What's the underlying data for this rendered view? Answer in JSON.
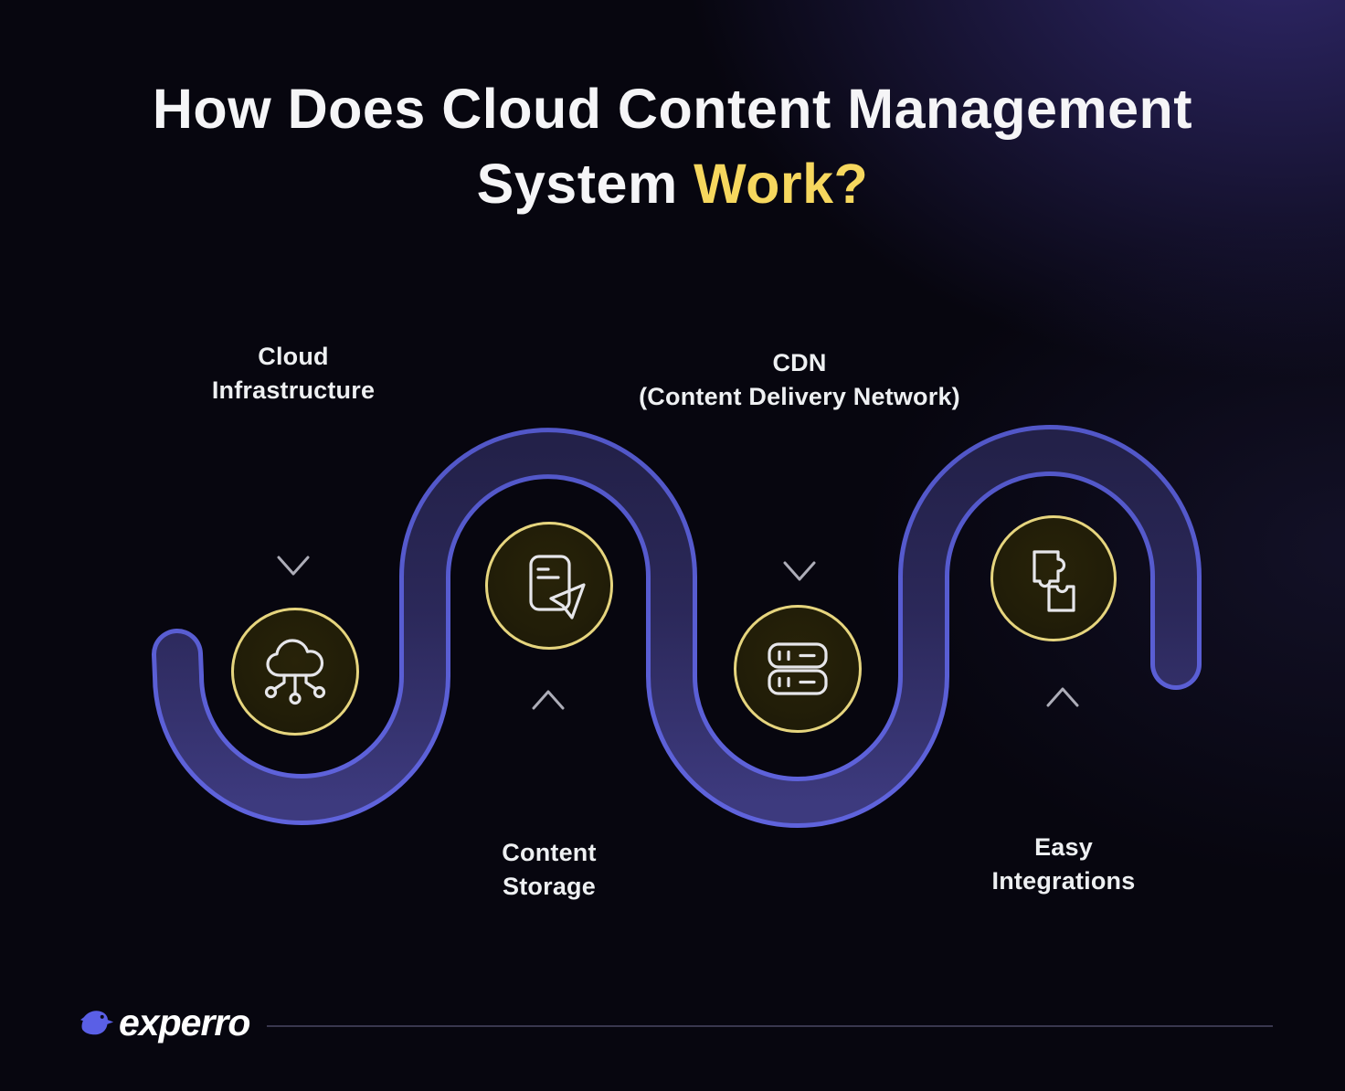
{
  "title": {
    "line1": "How Does Cloud Content Management",
    "line2_prefix": "System ",
    "line2_highlight": "Work?"
  },
  "steps": [
    {
      "name": "cloud-infrastructure",
      "label_line1": "Cloud",
      "label_line2": "Infrastructure",
      "icon": "cloud-network-icon",
      "arrow_direction": "down"
    },
    {
      "name": "content-storage",
      "label_line1": "Content",
      "label_line2": "Storage",
      "icon": "document-send-icon",
      "arrow_direction": "up"
    },
    {
      "name": "cdn",
      "label_line1": "CDN",
      "label_line2": "(Content Delivery Network)",
      "icon": "server-stack-icon",
      "arrow_direction": "down"
    },
    {
      "name": "easy-integrations",
      "label_line1": "Easy",
      "label_line2": "Integrations",
      "icon": "puzzle-pieces-icon",
      "arrow_direction": "up"
    }
  ],
  "footer": {
    "brand": "experro",
    "logo_icon": "bird-icon"
  },
  "colors": {
    "background": "#07060F",
    "background_glow": "#2B2566",
    "title_text": "#F5F5F7",
    "title_highlight": "#F6D75E",
    "wave_edge": "#575CD1",
    "wave_fill_light": "#3D3A7E",
    "wave_fill_dark": "#232149",
    "node_ring": "#E6D57E",
    "node_fill": "#211D08",
    "icon_stroke": "#E6E6EA",
    "arrow": "#A7A7B2",
    "label_text": "#EEF0F2",
    "footer_line": "#39374E",
    "logo_bird": "#5A5FE6"
  }
}
